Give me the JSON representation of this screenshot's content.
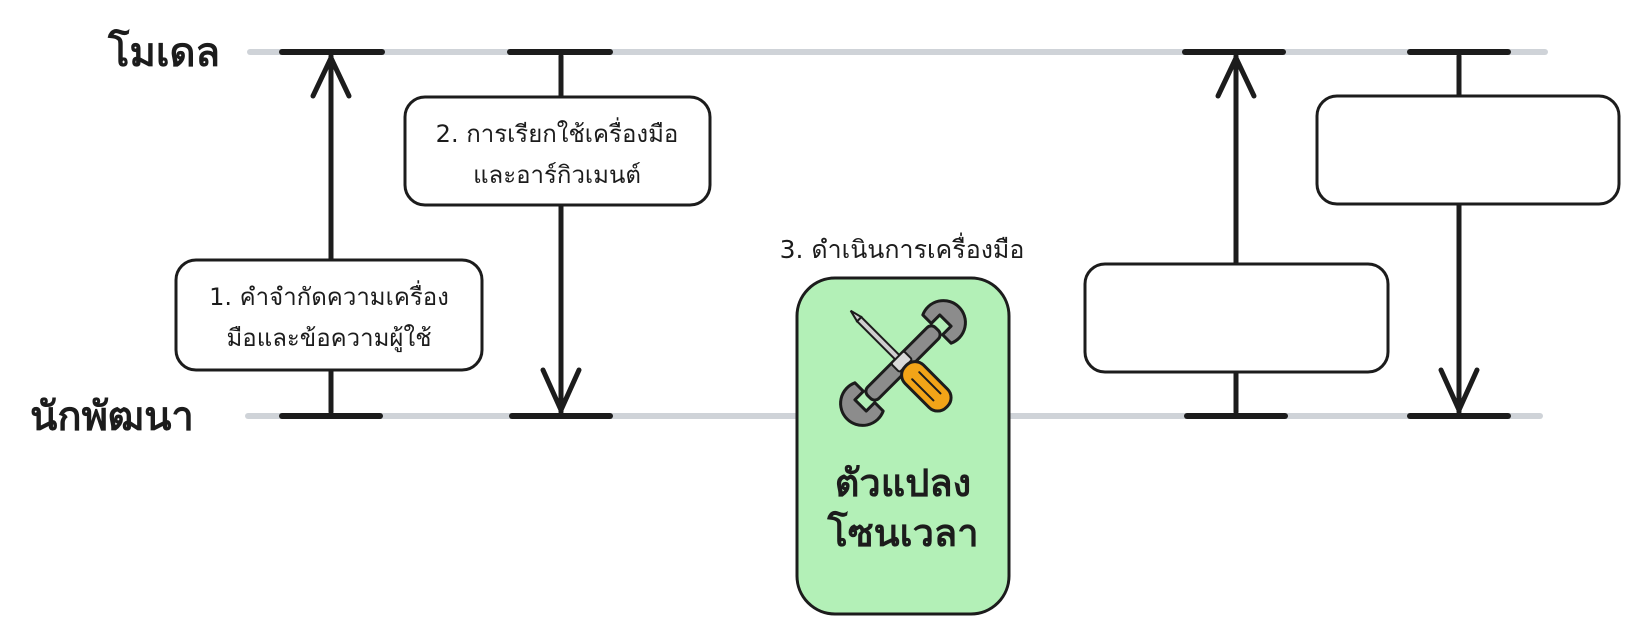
{
  "lanes": {
    "model": "โมเดล",
    "developer": "นักพัฒนา"
  },
  "steps": {
    "step1": {
      "line1": "1. คำจำกัดความเครื่อง",
      "line2": "มือและข้อความผู้ใช้"
    },
    "step2": {
      "line1": "2. การเรียกใช้เครื่องมือ",
      "line2": "และอาร์กิวเมนต์"
    },
    "step3": {
      "title": "3. ดำเนินการเครื่องมือ"
    },
    "step4": {
      "text": ""
    },
    "step5": {
      "text": ""
    }
  },
  "tool": {
    "line1": "ตัวแปลง",
    "line2": "โซนเวลา",
    "icon": "wrench-screwdriver-icon"
  },
  "colors": {
    "lane_line": "#cfd3d8",
    "ink": "#1c1c1c",
    "tool_fill": "#b3f0b7",
    "wrench": "#8c8c8c",
    "screwdriver_handle": "#f2a418"
  }
}
